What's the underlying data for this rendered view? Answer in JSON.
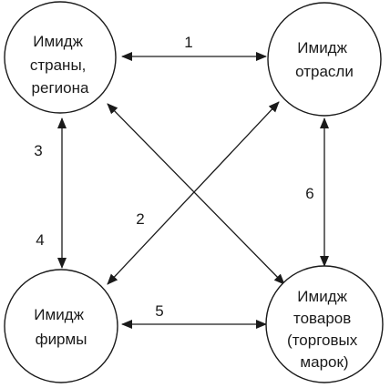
{
  "nodes": {
    "country": {
      "lines": [
        "Имидж",
        "страны,",
        "региона"
      ]
    },
    "industry": {
      "lines": [
        "Имидж",
        "отрасли"
      ]
    },
    "firm": {
      "lines": [
        "Имидж",
        "фирмы"
      ]
    },
    "goods": {
      "lines": [
        "Имидж",
        "товаров",
        "(торговых",
        "марок)"
      ]
    }
  },
  "edges": {
    "e1": {
      "label": "1"
    },
    "e2": {
      "label": "2"
    },
    "e3": {
      "label": "3"
    },
    "e4": {
      "label": "4"
    },
    "e5": {
      "label": "5"
    },
    "e6": {
      "label": "6"
    }
  },
  "colors": {
    "stroke": "#1a1a1a",
    "background": "#ffffff"
  }
}
